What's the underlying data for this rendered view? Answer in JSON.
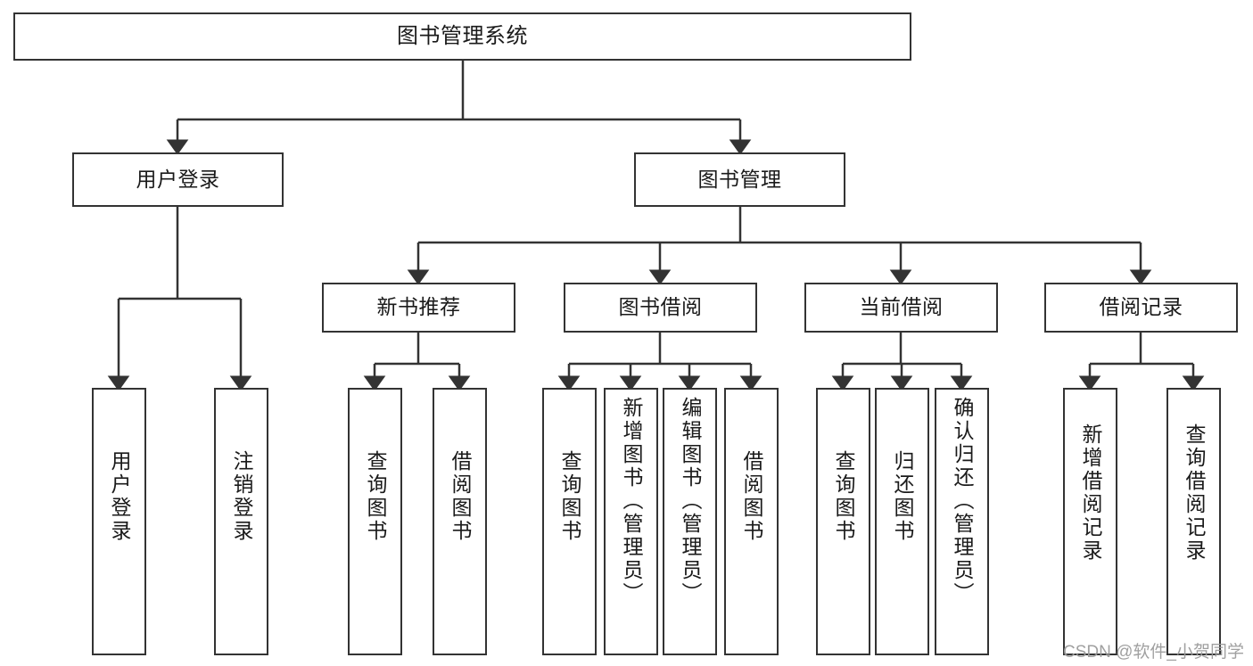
{
  "diagram": {
    "title": "图书管理系统",
    "type": "hierarchy-tree",
    "levels": 4,
    "root": {
      "label": "图书管理系统"
    },
    "level2": [
      {
        "label": "用户登录"
      },
      {
        "label": "图书管理"
      }
    ],
    "level3": [
      {
        "label": "新书推荐"
      },
      {
        "label": "图书借阅"
      },
      {
        "label": "当前借阅"
      },
      {
        "label": "借阅记录"
      }
    ],
    "leaves": {
      "user_login": [
        {
          "label": "用户登录"
        },
        {
          "label": "注销登录"
        }
      ],
      "new_book_recommend": [
        {
          "label": "查询图书"
        },
        {
          "label": "借阅图书"
        }
      ],
      "book_borrow": [
        {
          "label": "查询图书"
        },
        {
          "label": "新增图书（管理员）"
        },
        {
          "label": "编辑图书（管理员）"
        },
        {
          "label": "借阅图书"
        }
      ],
      "current_borrow": [
        {
          "label": "查询图书"
        },
        {
          "label": "归还图书"
        },
        {
          "label": "确认归还（管理员）"
        }
      ],
      "borrow_record": [
        {
          "label": "新增借阅记录"
        },
        {
          "label": "查询借阅记录"
        }
      ]
    }
  },
  "watermark": {
    "text": "CSDN @软件_小贺同学"
  },
  "colors": {
    "stroke": "#333333",
    "background": "#ffffff",
    "text": "#1a1a1a",
    "watermark": "#9b9b9b"
  }
}
